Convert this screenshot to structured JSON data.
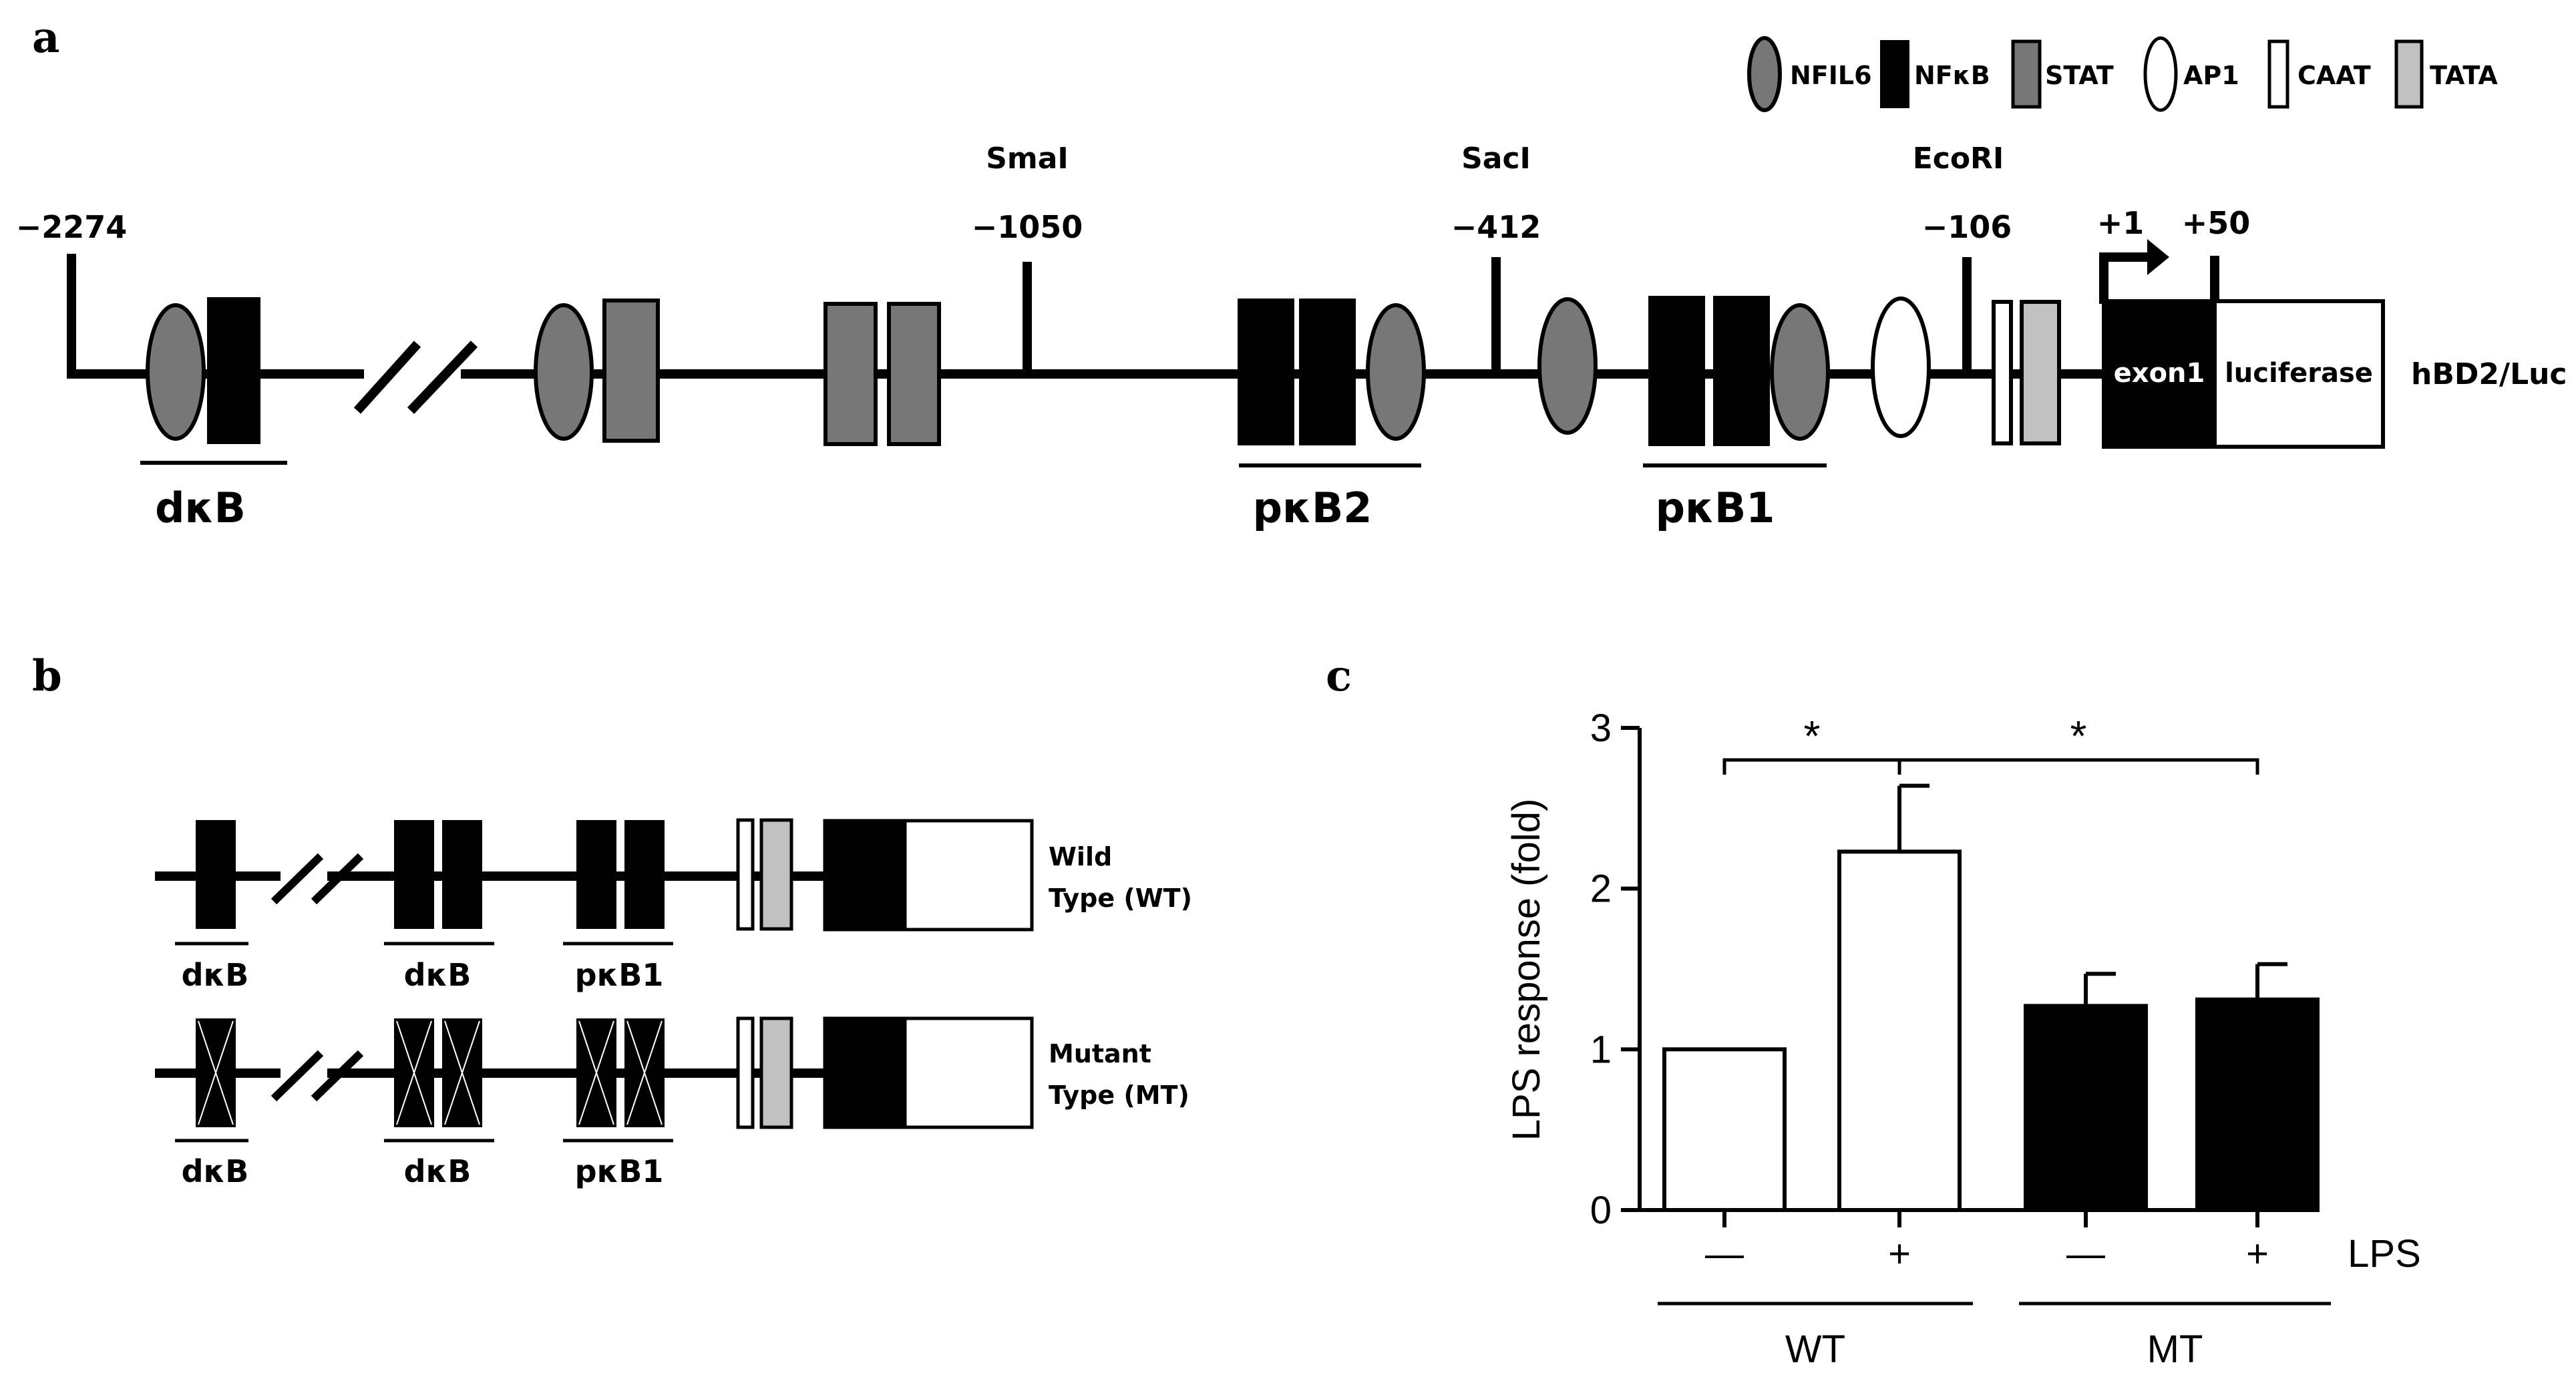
{
  "panels": {
    "a": "a",
    "b": "b",
    "c": "c"
  },
  "legend": [
    {
      "label": "NFIL6",
      "shape": "ellipse",
      "fill": "#777777"
    },
    {
      "label": "NFκB",
      "shape": "rect",
      "fill": "#000000"
    },
    {
      "label": "STAT",
      "shape": "rect",
      "fill": "#777777"
    },
    {
      "label": "AP1",
      "shape": "ellipse",
      "fill": "#ffffff"
    },
    {
      "label": "CAAT",
      "shape": "rect-narrow",
      "fill": "#ffffff"
    },
    {
      "label": "TATA",
      "shape": "rect",
      "fill": "#c0c0c0"
    }
  ],
  "panel_a": {
    "positions": {
      "p2274": "−2274",
      "p1050": "−1050",
      "p412": "−412",
      "p106": "−106",
      "p1": "+1",
      "p50": "+50"
    },
    "sites": {
      "smai": "SmaI",
      "saci": "SacI",
      "ecori": "EcoRI"
    },
    "regions": {
      "dkb": "dκB",
      "pkb2": "pκB2",
      "pkb1": "pκB1"
    },
    "boxes": {
      "exon1": "exon1",
      "luciferase": "luciferase"
    },
    "construct": "hBD2/Luc"
  },
  "panel_b": {
    "wt_label_1": "Wild",
    "wt_label_2": "Type (WT)",
    "mt_label_1": "Mutant",
    "mt_label_2": "Type (MT)",
    "regions": {
      "r1": "dκB",
      "r2": "dκB",
      "r3": "pκB1"
    }
  },
  "colors": {
    "nfil6": "#777777",
    "stat": "#777777",
    "tata": "#c0c0c0",
    "nfkb": "#000000"
  },
  "chart_data": {
    "type": "bar",
    "ylabel": "LPS response (fold)",
    "ylim": [
      0,
      3
    ],
    "yticks": [
      "0",
      "1",
      "2",
      "3"
    ],
    "categories": [
      "—",
      "+",
      "—",
      "+"
    ],
    "lps_label": "LPS",
    "groups": [
      {
        "name": "WT",
        "bars": [
          0,
          1
        ]
      },
      {
        "name": "MT",
        "bars": [
          2,
          3
        ]
      }
    ],
    "values": [
      1.0,
      2.23,
      1.27,
      1.31
    ],
    "errors": [
      0,
      0.41,
      0.2,
      0.22
    ],
    "fills": [
      "#ffffff",
      "#ffffff",
      "#000000",
      "#000000"
    ],
    "significance": [
      {
        "from": 0,
        "to": 1,
        "label": "*"
      },
      {
        "from": 1,
        "to": 3,
        "label": "*"
      }
    ]
  }
}
